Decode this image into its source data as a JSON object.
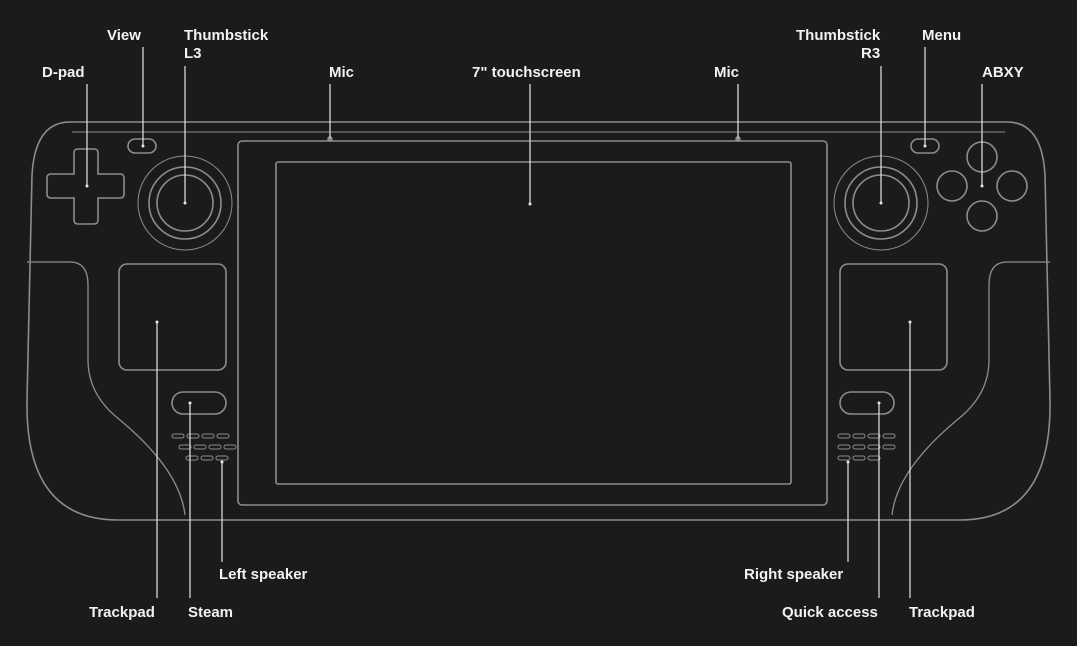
{
  "labels": {
    "dpad": "D-pad",
    "view": "View",
    "thumbstick_l3": {
      "line1": "Thumbstick",
      "line2": "L3"
    },
    "mic_left": "Mic",
    "touchscreen": "7\" touchscreen",
    "mic_right": "Mic",
    "thumbstick_r3": {
      "line1": "Thumbstick",
      "line2": "R3"
    },
    "menu": "Menu",
    "abxy": "ABXY",
    "left_speaker": "Left speaker",
    "trackpad_left": "Trackpad",
    "steam": "Steam",
    "right_speaker": "Right speaker",
    "quick_access": "Quick access",
    "trackpad_right": "Trackpad"
  },
  "colors": {
    "background": "#1b1b1b",
    "outline": "#8a8d92",
    "leader": "#e6e6e6",
    "text": "#f2f2f2"
  }
}
